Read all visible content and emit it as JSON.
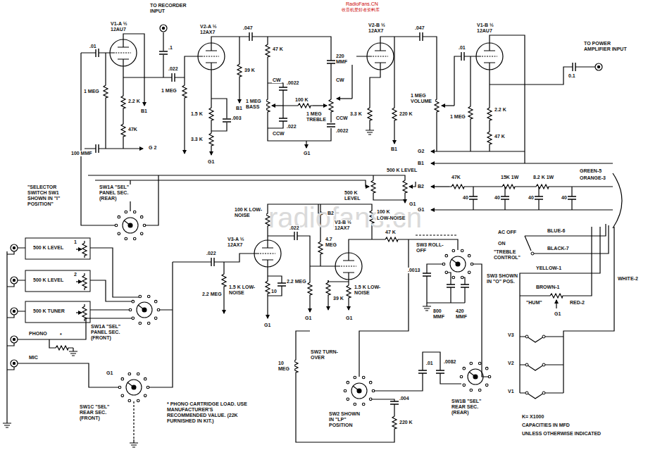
{
  "diagram": {
    "labels": [
      "RadioFans.CN",
      "收音机爱好者资料库",
      "radiofans.cn",
      "TO RECORDER INPUT",
      ".01",
      "V1-A ½ 12AU7",
      "1 MEG",
      "2.2 K",
      "47K",
      "100 MMF",
      "G 2",
      "B1",
      ".1",
      ".022",
      "V2-A ½ 12AX7",
      "1 MEG",
      "1.5 K",
      "3.3 K",
      ".003",
      "G1",
      "39 K",
      "B1",
      ".047",
      "47 K",
      "CW",
      "1 MEG BASS",
      "CCW",
      ".0022",
      ".022",
      "100 K",
      "CW",
      "1 MEG TREBLE",
      "CCW",
      "220 MMF",
      ".0022",
      "G1",
      "V2-B ½ 12AX7",
      "3.3 K",
      "220 K",
      "B1",
      ".047",
      "1 MEG VOLUME",
      ".01",
      "V1-B ½ 12AU7",
      "1 MEG",
      "2.2 K",
      "47 K",
      "TO POWER AMPLIFIER INPUT",
      "0.1",
      "G2",
      "B1",
      "B2",
      "G1",
      "47K",
      "15K 1W",
      "8.2 K 1W",
      "GREEN-5",
      "ORANGE-3",
      "40",
      "40",
      "40",
      "40",
      "500 K LEVEL",
      "500 K LEVEL",
      "100 K LOW-NOISE",
      ".022",
      "B2",
      "100 K",
      "LOW-NOISE",
      "G1",
      "47 K",
      "V3-A ½ 12AX7",
      ".022",
      "V3-B ½ 12AX7",
      "2.2 MEG",
      "1.5 K LOW-NOISE",
      "10",
      "G1",
      "4.7 MEG",
      "2.2 MEG",
      "39 K",
      "1.5 K LOW-NOISE",
      "G1",
      "G1",
      "10 MEG",
      "SW2 TURN-OVER",
      "SW2 SHOWN IN \"LP\" POSITION",
      ".01",
      ".0082",
      ".004",
      "220 K",
      "SW3 ROLL-OFF",
      "SW3 SHOWN IN \"O\" POS.",
      ".0013",
      "800 MMF",
      "420 MMF",
      "SW1B \"SEL\" REAR SEC. (REAR)",
      "AC OFF",
      "ON",
      "\"TREBLE CONTROL\"",
      "BLUE-6",
      "BLACK-7",
      "YELLOW-1",
      "WHITE-2",
      "BROWN-1",
      "RED-2",
      "\"HUM\"",
      "G1",
      "V3",
      "V2",
      "V1",
      "K= X1000",
      "CAPACITIES IN MFD",
      "UNLESS OTHERWISE INDICATED",
      "\"SELECTOR SWITCH SW1 SHOWN IN \"I\" POSITION\"",
      "SW1A \"SEL\" PANEL SEC. (REAR)",
      "500 K LEVEL",
      "1",
      "500 K LEVEL",
      "2",
      "500 K TUNER",
      "PHONO",
      "*",
      "MIC",
      "SW1A \"SEL\" PANEL SEC. (FRONT)",
      "G1",
      "SW1C \"SEL\" REAR SEC.(FRONT)",
      "* PHONO CARTRIDGE LOAD. USE MANUFACTURER'S RECOMMENDED VALUE. (22K FURNISHED IN KIT.)"
    ]
  }
}
